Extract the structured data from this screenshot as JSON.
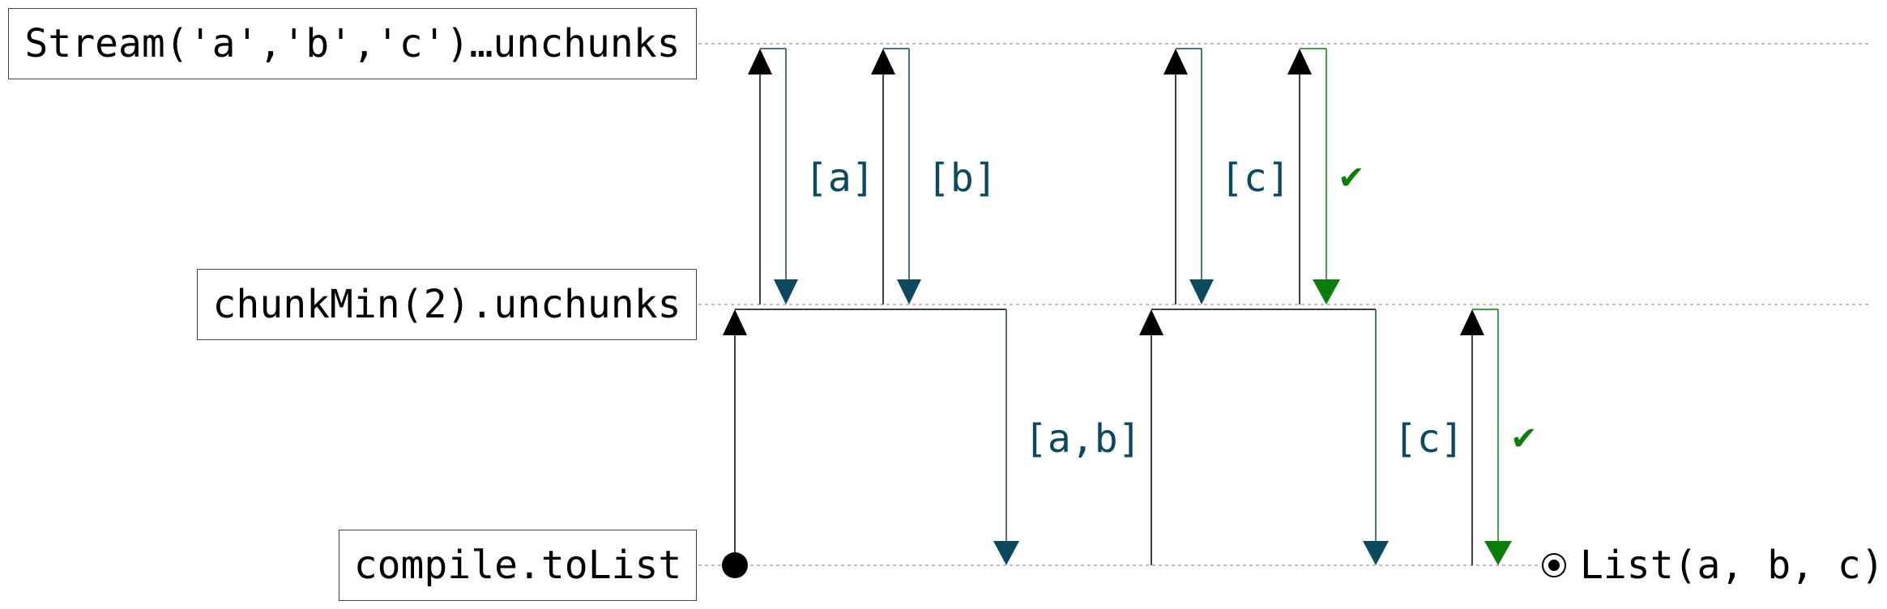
{
  "stages": {
    "stream": "Stream('a','b','c')…unchunks",
    "chunk": "chunkMin(2).unchunks",
    "compile": "compile.toList"
  },
  "messages": {
    "a": "[a]",
    "b": "[b]",
    "c_top": "[c]",
    "ab": "[a,b]",
    "c_bottom": "[c]",
    "done": "✔"
  },
  "result": "List(a, b, c)",
  "colors": {
    "data": "#0b4a5e",
    "done": "#0a7d0a",
    "pull": "#000000",
    "grid": "#aaaaaa"
  }
}
